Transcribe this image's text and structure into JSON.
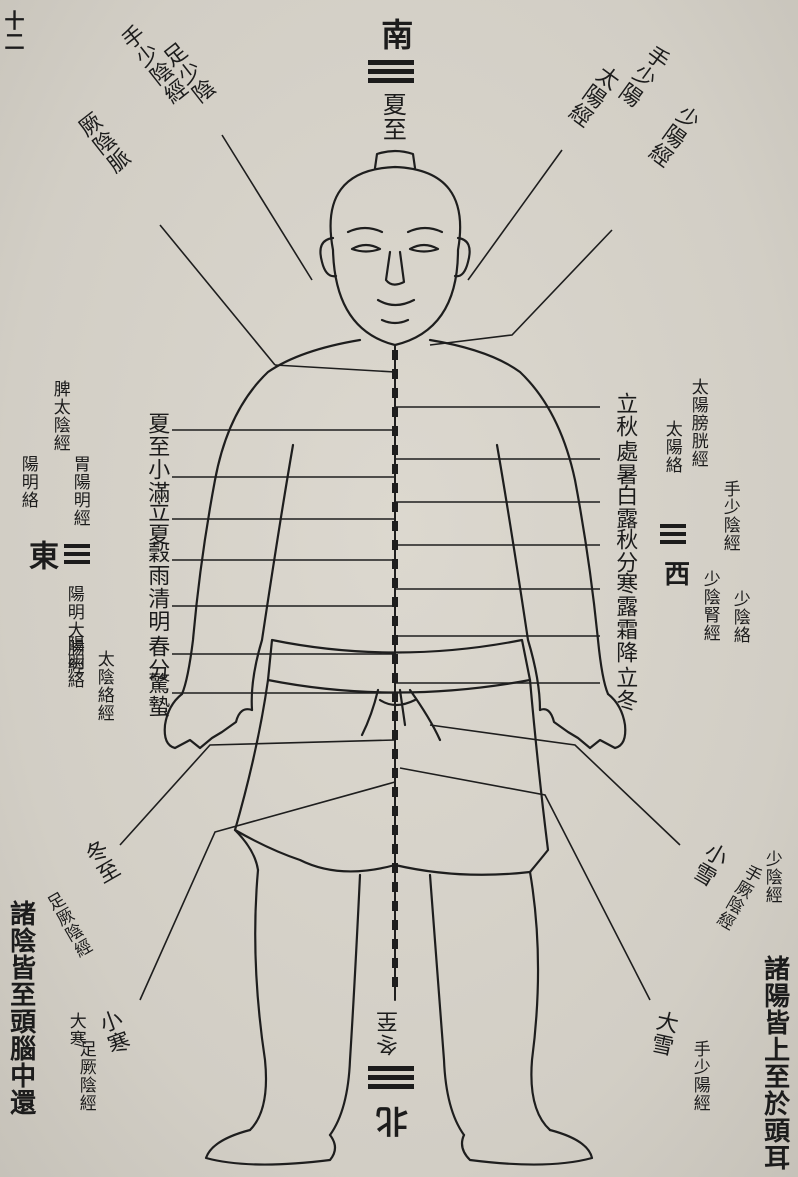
{
  "text": {
    "corner": "十二",
    "top_sun": "南",
    "top_solstice": "夏至",
    "head_topleft": "厥陰脈",
    "head_left1": "手少陰經",
    "head_left2": "足少陰",
    "head_right1": "太陽經",
    "head_right2": "手少陽",
    "head_right3": "少陽經",
    "left_label_1": "夏至",
    "left_label_2": "小滿",
    "left_label_3": "立夏",
    "left_label_4": "穀雨",
    "left_label_5": "清明",
    "left_label_6": "春分",
    "left_label_7": "驚蟄",
    "left_meridian_a": "脾太陰經",
    "left_meridian_b": "胃陽明經",
    "left_meridian_c": "陽明絡",
    "left_east": "東",
    "left_meridian_d": "陽明大腸經",
    "left_meridian_e": "陽明絡",
    "left_meridian_f": "太陰絡經",
    "right_label_1": "立秋",
    "right_label_2": "處暑",
    "right_label_3": "白露",
    "right_label_4": "秋分",
    "right_label_5": "寒露",
    "right_label_6": "霜降",
    "right_label_7": "立冬",
    "right_meridian_a": "太陽膀胱經",
    "right_meridian_b": "太陽絡",
    "right_meridian_c": "手少陰經",
    "right_west": "西",
    "right_meridian_d": "少陰腎經",
    "right_meridian_e": "少陰絡",
    "lower_left_1": "冬至",
    "lower_left_2": "足厥陰經",
    "lower_left_bottom_1": "小寒",
    "lower_left_bottom_2": "足厥陰經",
    "note_left": "諸陰皆至頭腦中還",
    "note_left_small": "大寒",
    "lower_right_1": "小雪",
    "lower_right_2": "手厥陰經",
    "lower_right_3": "少陰經",
    "note_right": "諸陽皆上至於頭耳",
    "lower_right_bottom_1": "大雪",
    "lower_right_bottom_2": "手少陽經",
    "bottom_solstice": "冬至",
    "bottom_north": "北"
  }
}
